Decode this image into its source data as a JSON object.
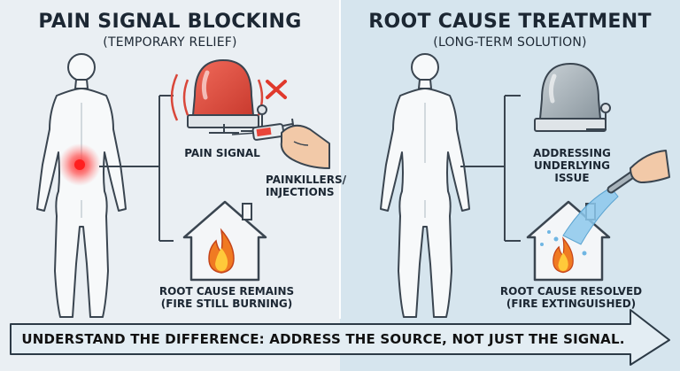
{
  "left": {
    "title": "PAIN SIGNAL BLOCKING",
    "subtitle": "(TEMPORARY RELIEF)",
    "alarm_label": "PAIN SIGNAL",
    "treatment_label": [
      "PAINKILLERS/",
      "INJECTIONS"
    ],
    "house_label": [
      "ROOT CAUSE REMAINS",
      "(FIRE STILL BURNING)"
    ]
  },
  "right": {
    "title": "ROOT CAUSE TREATMENT",
    "subtitle": "(LONG-TERM SOLUTION)",
    "alarm_label": [
      "ADDRESSING",
      "UNDERLYING",
      "ISSUE"
    ],
    "house_label": [
      "ROOT CAUSE RESOLVED",
      "(FIRE EXTINGUISHED)"
    ]
  },
  "banner": {
    "text": "UNDERSTAND THE DIFFERENCE: ADDRESS THE SOURCE, NOT JUST THE SIGNAL."
  },
  "colors": {
    "alarm_red": "#d9473a",
    "alarm_gray": "#9aa6ae",
    "fire": "#f07a22",
    "water": "#6fb6e3",
    "pain_glow": "#ff3b3b"
  },
  "icons": [
    "body-back-icon",
    "alarm-bell-icon",
    "x-cross-icon",
    "syringe-icon",
    "house-fire-icon",
    "hose-icon"
  ]
}
